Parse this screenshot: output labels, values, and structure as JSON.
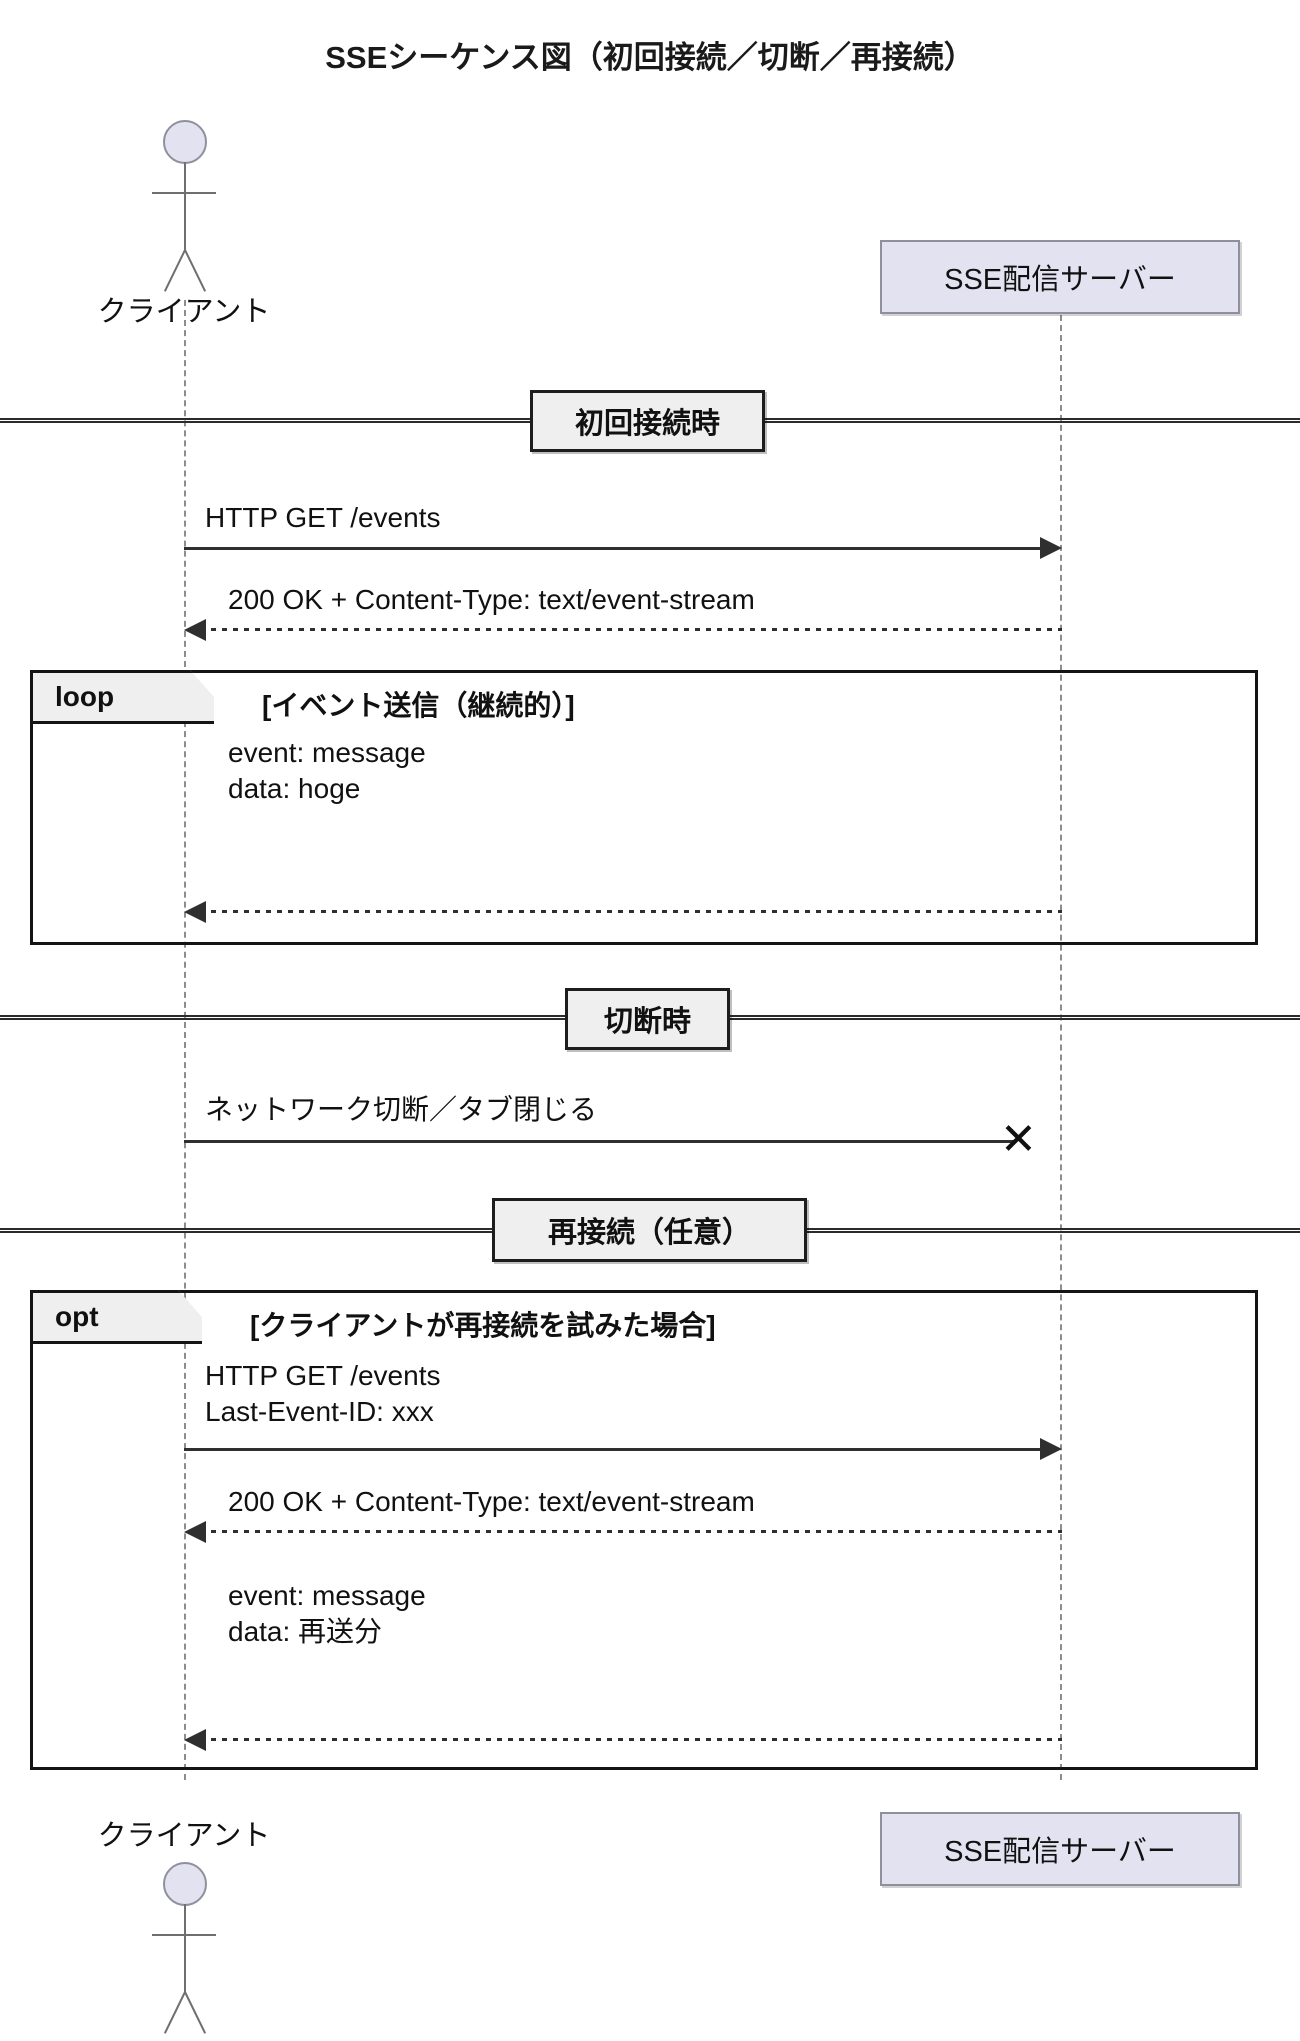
{
  "diagram": {
    "type": "uml-sequence-diagram",
    "title": "SSEシーケンス図（初回接続／切断／再接続）",
    "participants": [
      {
        "id": "client",
        "kind": "actor",
        "label": "クライアント"
      },
      {
        "id": "server",
        "kind": "box",
        "label": "SSE配信サーバー"
      }
    ],
    "colors": {
      "participant_fill": "#E2E2F0",
      "participant_stroke": "#8F8F9E",
      "fragment_label_fill": "#EFEFEF",
      "divider_fill": "#EFEFEF",
      "line": "#2F2F2F",
      "lifeline": "#8D8D8D",
      "text": "#111111"
    },
    "dividers": [
      {
        "id": "divider-initial",
        "label": "初回接続時"
      },
      {
        "id": "divider-disconnect",
        "label": "切断時"
      },
      {
        "id": "divider-reconnect",
        "label": "再接続（任意）"
      }
    ],
    "fragments": [
      {
        "id": "loop-events",
        "operator": "loop",
        "condition": "[イベント送信（継続的）]"
      },
      {
        "id": "opt-reconnect",
        "operator": "opt",
        "condition": "[クライアントが再接続を試みた場合]"
      }
    ],
    "messages": [
      {
        "id": "m1",
        "from": "client",
        "to": "server",
        "style": "solid",
        "label": "HTTP GET /events"
      },
      {
        "id": "m2",
        "from": "server",
        "to": "client",
        "style": "dotted",
        "label": "200 OK + Content-Type: text/event-stream"
      },
      {
        "id": "m3",
        "from": "server",
        "to": "client",
        "style": "dotted",
        "label": "event: message\ndata: hoge"
      },
      {
        "id": "m4",
        "from": "client",
        "to": "server",
        "style": "solid",
        "label": "ネットワーク切断／タブ閉じる",
        "lost": true,
        "lost_marker": "✕"
      },
      {
        "id": "m5",
        "from": "client",
        "to": "server",
        "style": "solid",
        "label": "HTTP GET /events\nLast-Event-ID: xxx"
      },
      {
        "id": "m6",
        "from": "server",
        "to": "client",
        "style": "dotted",
        "label": "200 OK + Content-Type: text/event-stream"
      },
      {
        "id": "m7",
        "from": "server",
        "to": "client",
        "style": "dotted",
        "label": "event: message\ndata: 再送分"
      }
    ],
    "footer_participants": [
      {
        "id": "client-bottom",
        "kind": "actor",
        "label": "クライアント"
      },
      {
        "id": "server-bottom",
        "kind": "box",
        "label": "SSE配信サーバー"
      }
    ]
  }
}
